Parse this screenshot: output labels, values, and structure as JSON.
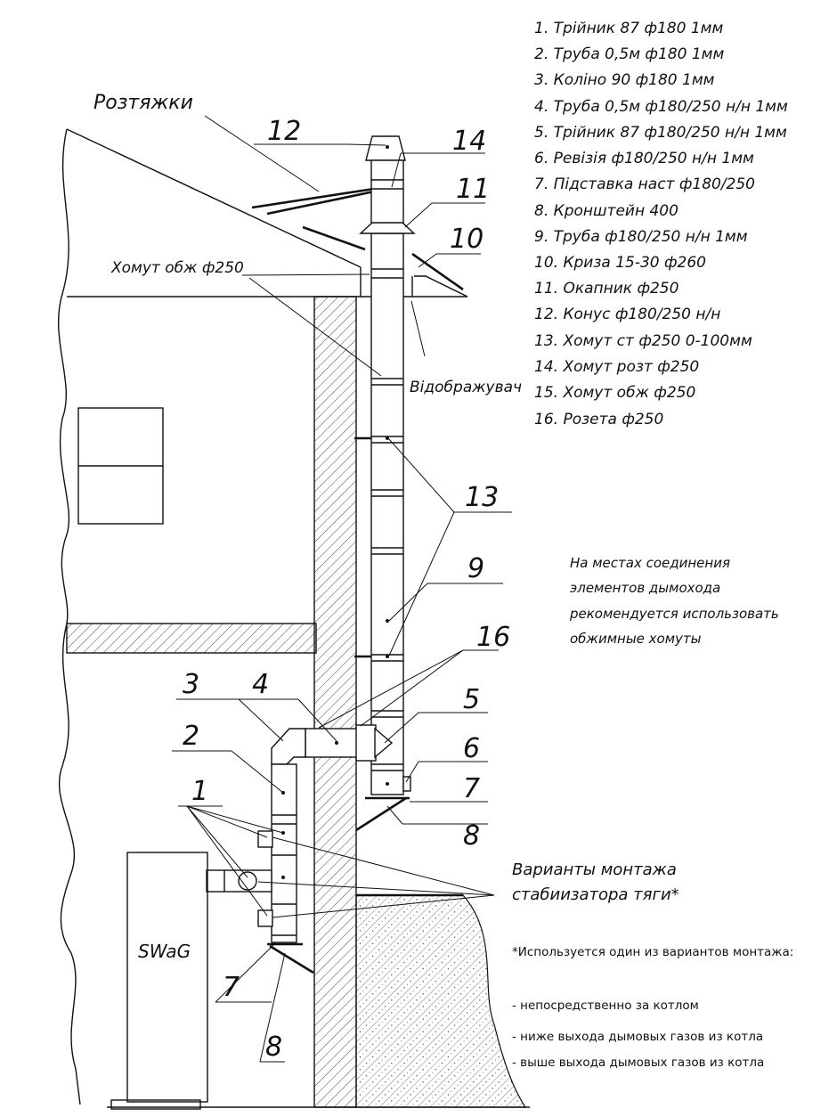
{
  "legend": [
    "1. Трійник 87 ф180 1мм",
    "2. Труба 0,5м ф180 1мм",
    "3. Коліно 90 ф180 1мм",
    "4. Труба 0,5м ф180/250 н/н 1мм",
    "5. Трійник 87 ф180/250 н/н 1мм",
    "6. Ревізія ф180/250 н/н 1мм",
    "7. Підставка наст ф180/250",
    "8. Кронштейн 400",
    "9. Труба ф180/250 н/н 1мм",
    "10. Криза 15-30 ф260",
    "11. Окапник ф250",
    "12. Конус ф180/250 н/н",
    "13. Хомут ст ф250 0-100мм",
    "14. Хомут розт ф250",
    "15. Хомут обж ф250",
    "16. Розета ф250"
  ],
  "labels": {
    "guy_wires": "Розтяжки",
    "clamp": "Хомут обж ф250",
    "reflector": "Відображувач",
    "stabilizer_line1": "Варианты монтажа",
    "stabilizer_line2": "стабиизатора тяги*",
    "boiler": "SWaG"
  },
  "callout_numbers": {
    "n12": "12",
    "n14": "14",
    "n11": "11",
    "n10": "10",
    "n13": "13",
    "n9": "9",
    "n16": "16",
    "n3": "3",
    "n4": "4",
    "n5": "5",
    "n2": "2",
    "n6": "6",
    "n1": "1",
    "n7a": "7",
    "n8a": "8",
    "n7b": "7",
    "n8b": "8"
  },
  "note_lines": [
    "На местах соединения",
    "элементов дымохода",
    "рекомендуется использовать",
    "обжимные хомуты"
  ],
  "footnote": {
    "title": "*Используется один из вариантов монтажа:",
    "options": [
      "- непосредственно за котлом",
      "- ниже выхода дымовых газов из котла",
      "- выше выхода дымовых газов из котла"
    ]
  }
}
